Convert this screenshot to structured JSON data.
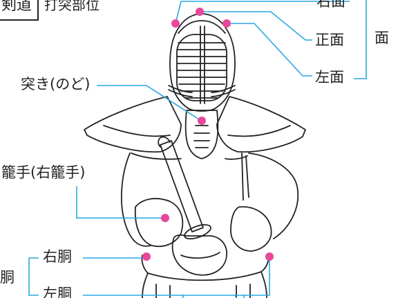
{
  "header": {
    "category": "剣道",
    "subtitle": "打突部位"
  },
  "labels": {
    "right_men": "右面",
    "front_men": "正面",
    "left_men": "左面",
    "men": "面",
    "tsuki": "突き(のど)",
    "kote": "籠手(右籠手)",
    "right_do": "右胴",
    "left_do": "左胴",
    "do": "胴"
  },
  "colors": {
    "target_dot": "#e8479a",
    "leader_line": "#29a7e1",
    "outline": "#222222",
    "bracket": "#29a7e1"
  }
}
